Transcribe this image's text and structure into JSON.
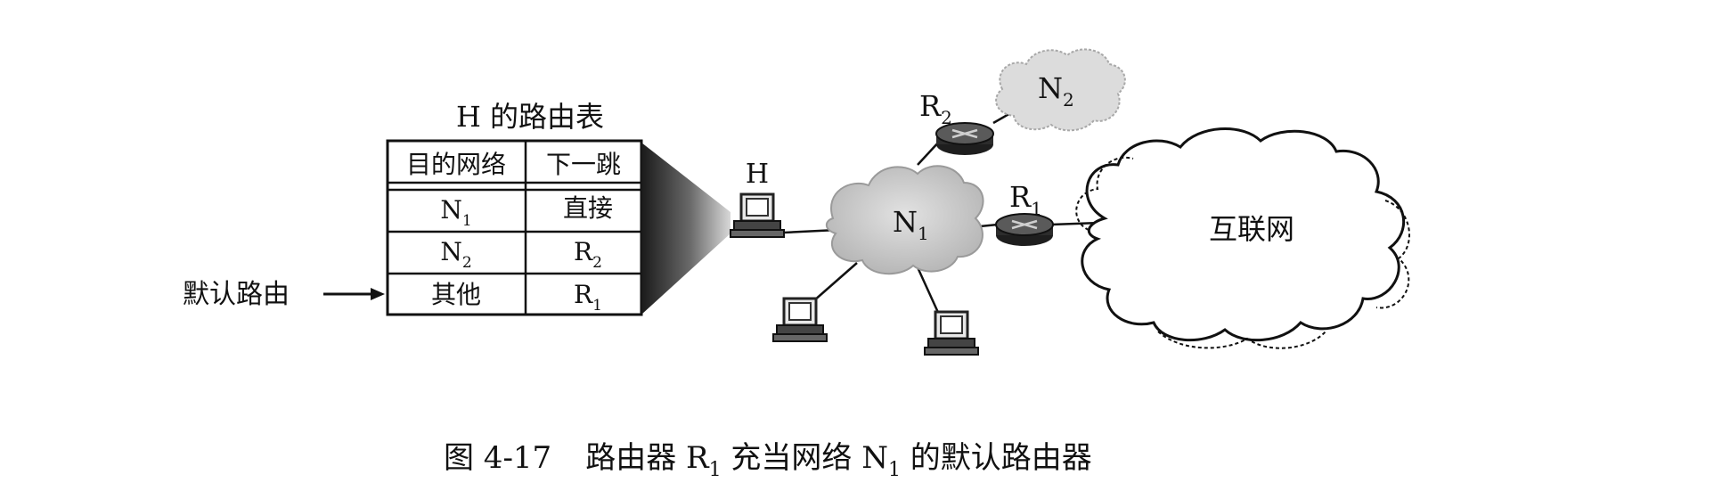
{
  "diagram": {
    "table_title": "H 的路由表",
    "table": {
      "headers": [
        "目的网络",
        "下一跳"
      ],
      "rows": [
        {
          "dest": "N",
          "dest_sub": "1",
          "next": "直接",
          "next_sub": ""
        },
        {
          "dest": "N",
          "dest_sub": "2",
          "next": "R",
          "next_sub": "2"
        },
        {
          "dest": "其他",
          "dest_sub": "",
          "next": "R",
          "next_sub": "1"
        }
      ]
    },
    "default_route_label": "默认路由",
    "host_label": "H",
    "network_n1": {
      "base": "N",
      "sub": "1"
    },
    "network_n2": {
      "base": "N",
      "sub": "2"
    },
    "router_r1": {
      "base": "R",
      "sub": "1"
    },
    "router_r2": {
      "base": "R",
      "sub": "2"
    },
    "internet_label": "互联网",
    "caption": {
      "figure_no": "图 4-17",
      "text_a": "路由器 R",
      "sub_a": "1",
      "text_b": " 充当网络 N",
      "sub_b": "1",
      "text_c": " 的默认路由器"
    }
  },
  "colors": {
    "cloud_n1": "#c8c8c8",
    "cloud_n2": "#d4d4d4",
    "router": "#2a2a2a",
    "line": "#111111",
    "internet_bg": "#ffffff"
  },
  "icons": [
    "host-computer-icon",
    "router-icon",
    "cloud-icon"
  ]
}
